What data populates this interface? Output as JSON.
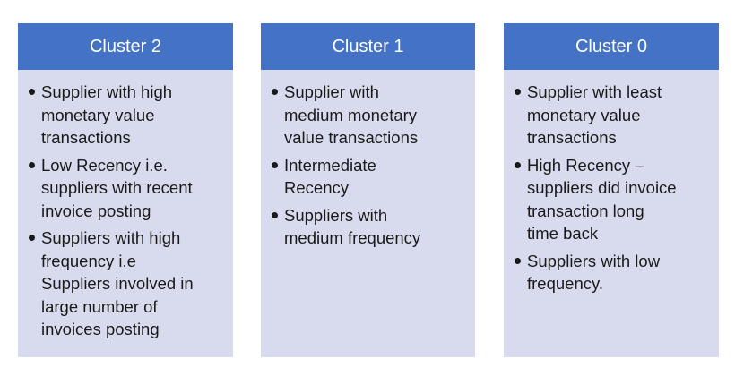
{
  "columns": [
    {
      "title": "Cluster 2",
      "bullets": [
        [
          "Supplier with high",
          "monetary value",
          "transactions"
        ],
        [
          "Low Recency i.e.",
          "suppliers with recent",
          "invoice posting"
        ],
        [
          "Suppliers with high",
          "frequency i.e",
          "Suppliers involved in",
          "large number of",
          "invoices posting"
        ]
      ]
    },
    {
      "title": "Cluster 1",
      "bullets": [
        [
          "Supplier with",
          "medium monetary",
          "value transactions"
        ],
        [
          "Intermediate",
          "Recency"
        ],
        [
          "Suppliers with",
          "medium frequency"
        ]
      ]
    },
    {
      "title": "Cluster 0",
      "bullets": [
        [
          "Supplier with least",
          "monetary value",
          "transactions"
        ],
        [
          "High Recency –",
          "suppliers did invoice",
          "transaction long",
          "time back"
        ],
        [
          "Suppliers with low",
          "frequency."
        ]
      ]
    }
  ]
}
